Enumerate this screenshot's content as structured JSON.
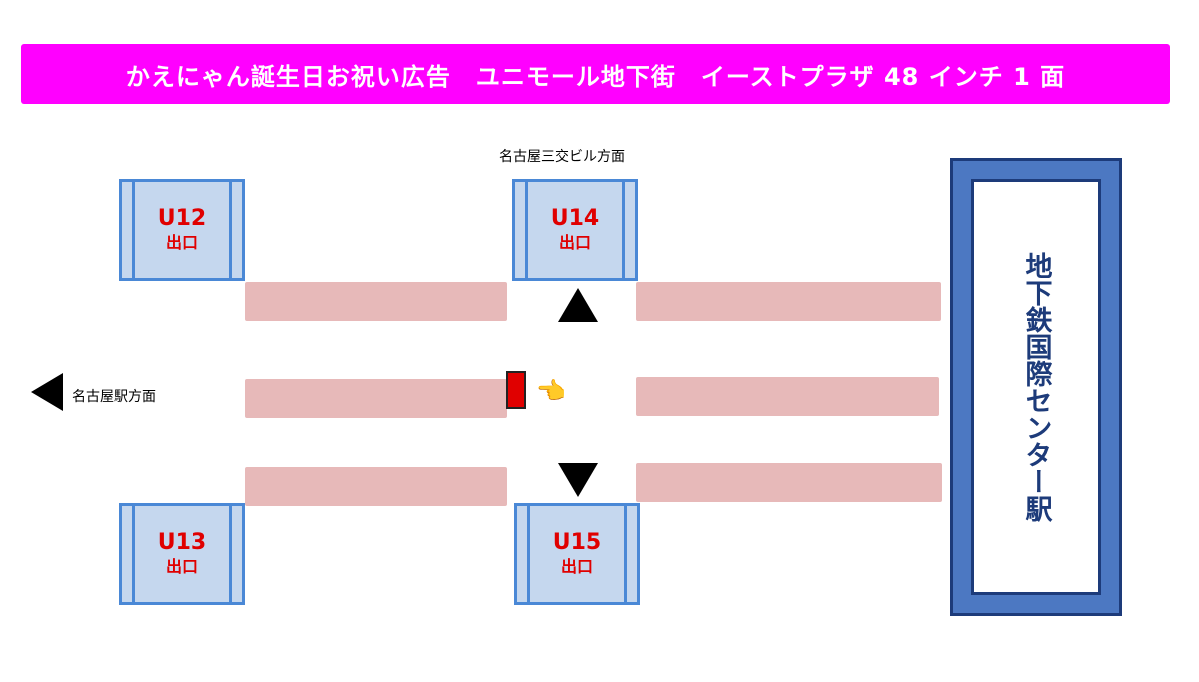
{
  "banner": {
    "title": "かえにゃん誕生日お祝い広告　ユニモール地下街　イーストプラザ 48 インチ 1 面"
  },
  "exits": {
    "u12": {
      "code": "U12",
      "label": "出口"
    },
    "u14": {
      "code": "U14",
      "label": "出口"
    },
    "u13": {
      "code": "U13",
      "label": "出口"
    },
    "u15": {
      "code": "U15",
      "label": "出口"
    }
  },
  "directions": {
    "north": "名古屋三交ビル方面",
    "west": "名古屋駅方面"
  },
  "station": {
    "name": "地下鉄国際センター駅"
  },
  "pointer": {
    "icon": "pointing-hand-icon",
    "glyph": "👈"
  },
  "colors": {
    "banner": "#ff00ff",
    "exit_fill": "#c5d7ee",
    "exit_border": "#4a88d6",
    "walkway": "#e7b9b9",
    "station_outer": "#4c78c2",
    "station_text": "#1d3b7a",
    "exit_text": "#e00000",
    "ad_marker": "#e00000"
  }
}
